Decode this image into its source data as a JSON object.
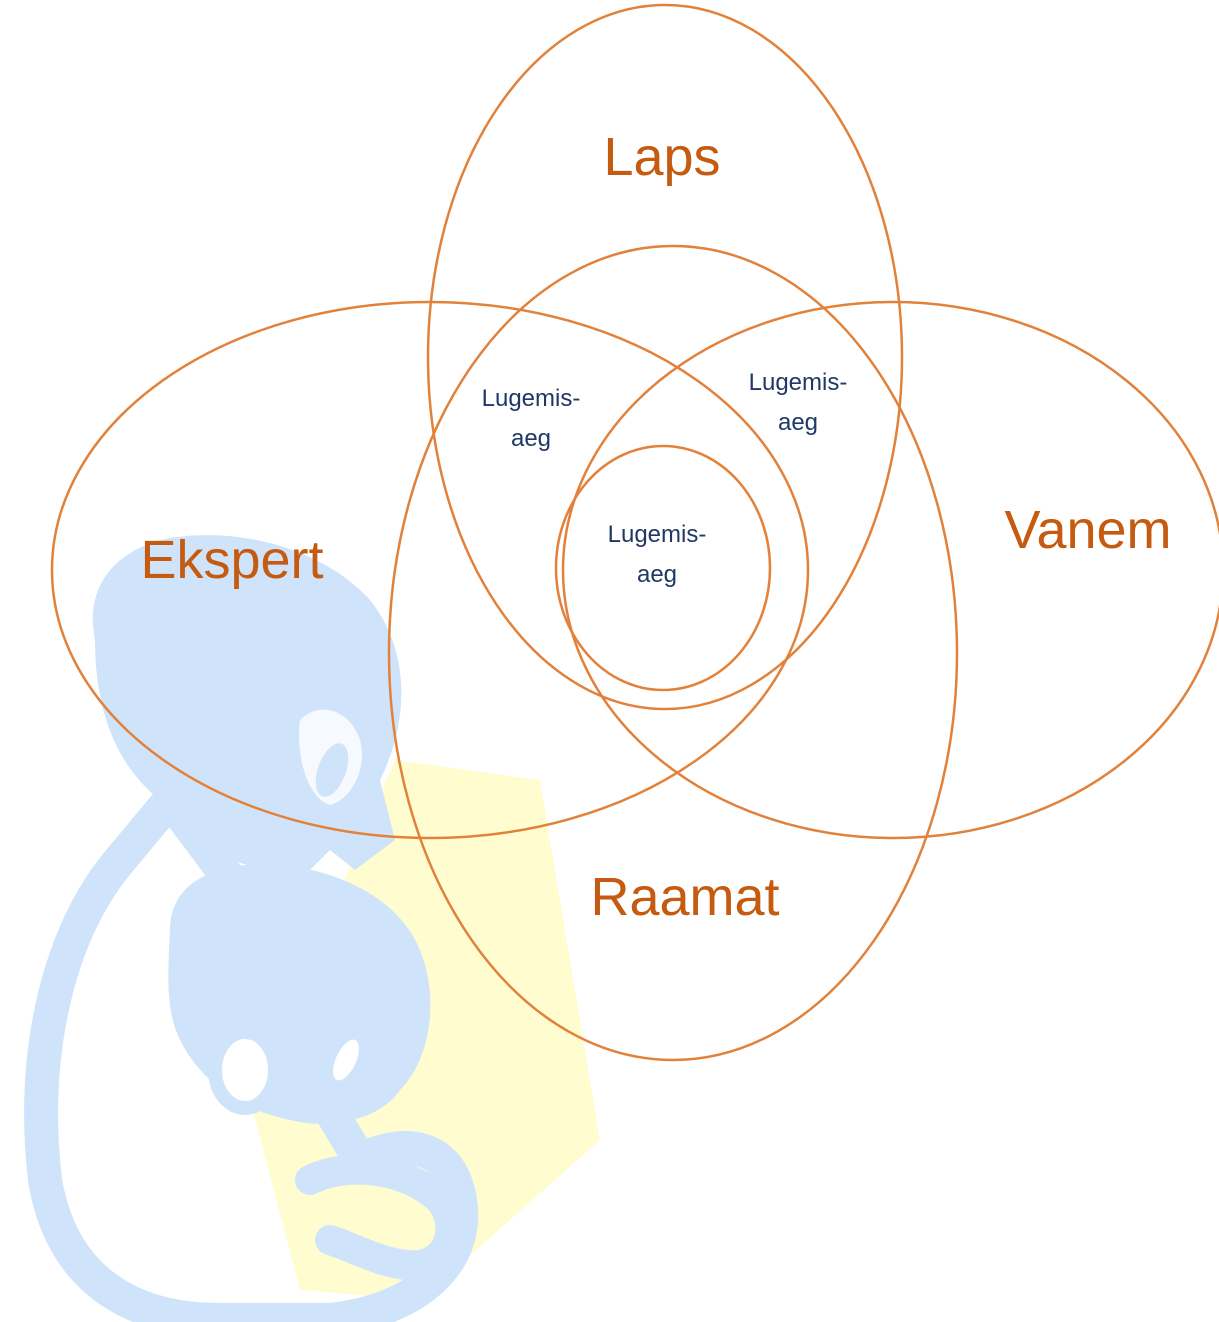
{
  "diagram": {
    "colors": {
      "ellipse_stroke": "#E2813A",
      "big_label": "#C55A11",
      "small_label": "#1F3864",
      "illustration_blue": "#CFE4FA",
      "illustration_yellow": "#FFFDD0"
    },
    "sets": {
      "top": "Laps",
      "left": "Ekspert",
      "right": "Vanem",
      "bottom": "Raamat"
    },
    "intersections": {
      "upper_left": [
        "Lugemis-",
        "aeg"
      ],
      "upper_right": [
        "Lugemis-",
        "aeg"
      ],
      "center": [
        "Lugemis-",
        "aeg"
      ]
    },
    "background_illustration": "parent-reading-with-child"
  }
}
